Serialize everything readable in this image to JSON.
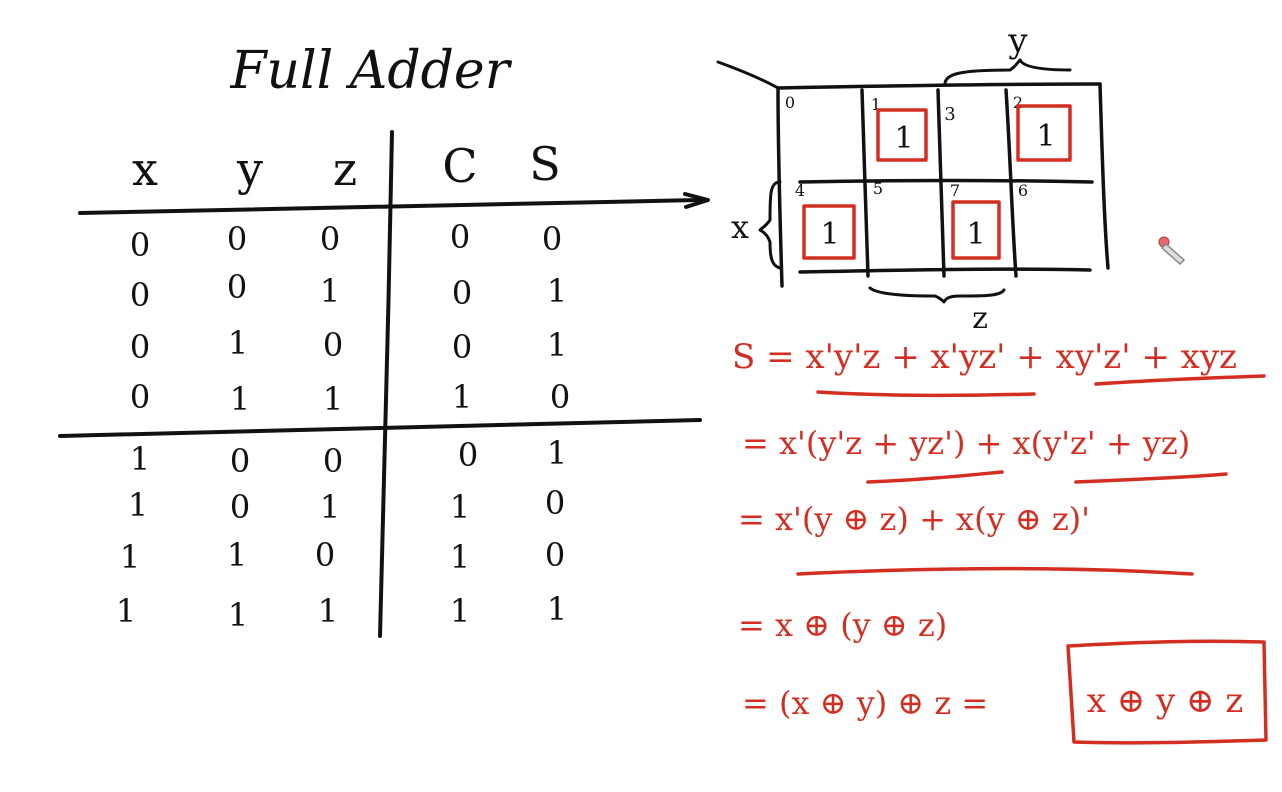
{
  "title": "Full Adder",
  "truth_table": {
    "headers": [
      "x",
      "y",
      "z",
      "C",
      "S"
    ],
    "rows": [
      [
        "0",
        "0",
        "0",
        "0",
        "0"
      ],
      [
        "0",
        "0",
        "1",
        "0",
        "1"
      ],
      [
        "0",
        "1",
        "0",
        "0",
        "1"
      ],
      [
        "0",
        "1",
        "1",
        "1",
        "0"
      ],
      [
        "1",
        "0",
        "0",
        "0",
        "1"
      ],
      [
        "1",
        "0",
        "1",
        "1",
        "0"
      ],
      [
        "1",
        "1",
        "0",
        "1",
        "0"
      ],
      [
        "1",
        "1",
        "1",
        "1",
        "1"
      ]
    ]
  },
  "kmap": {
    "label_x": "x",
    "label_y": "y",
    "label_z": "z",
    "rows": [
      [
        {
          "index": "0",
          "value": ""
        },
        {
          "index": "1",
          "value": "1"
        },
        {
          "index": "3",
          "value": ""
        },
        {
          "index": "2",
          "value": "1"
        }
      ],
      [
        {
          "index": "4",
          "value": "1"
        },
        {
          "index": "5",
          "value": ""
        },
        {
          "index": "7",
          "value": "1"
        },
        {
          "index": "6",
          "value": ""
        }
      ]
    ]
  },
  "equations": [
    "S = x'y'z + x'yz' + xy'z' + xyz",
    "= x'(y'z + yz') + x(y'z' + yz)",
    "= x'(y ⊕ z) + x(y ⊕ z)'",
    "= x ⊕ (y ⊕ z)",
    "= (x ⊕ y) ⊕ z ="
  ],
  "boxed_result": "x ⊕ y ⊕ z",
  "colors": {
    "ink": "#111111",
    "marker": "#d42e22",
    "background": "#ffffff"
  }
}
